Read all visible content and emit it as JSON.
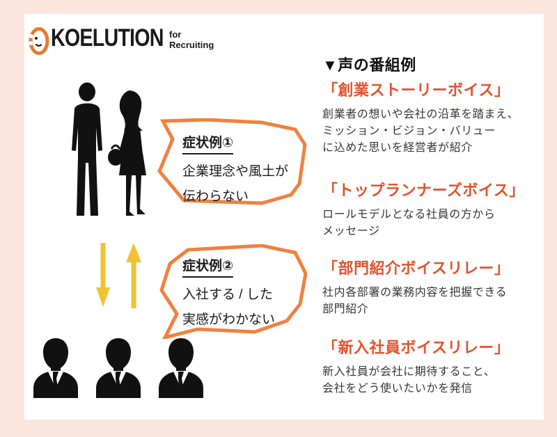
{
  "colors": {
    "background": "#fbe5de",
    "card": "#ffffff",
    "accent_orange": "#e5512c",
    "bubble_orange": "#f0813e",
    "arrow_yellow": "#f2c233",
    "silhouette_black": "#111111",
    "logo_orange": "#e87a2e"
  },
  "logo": {
    "brand": "KOELUTION",
    "tagline": "for\nRecruiting",
    "icon": "face-profile-icon"
  },
  "symptoms": [
    {
      "label": "症状例①",
      "text": "企業理念や風土が\n伝わらない"
    },
    {
      "label": "症状例②",
      "text": "入社する / した\n実感がわかない"
    }
  ],
  "programs_section": {
    "title": "▼声の番組例",
    "programs": [
      {
        "name": "「創業ストーリーボイス」",
        "desc": "創業者の想いや会社の沿革を踏まえ、\nミッション・ビジョン・バリュー\nに込めた思いを経営者が紹介"
      },
      {
        "name": "「トップランナーズボイス」",
        "desc": "ロールモデルとなる社員の方から\nメッセージ"
      },
      {
        "name": "「部門紹介ボイスリレー」",
        "desc": "社内各部署の業務内容を把握できる\n部門紹介"
      },
      {
        "name": "「新入社員ボイスリレー」",
        "desc": "新入社員が会社に期待すること、\n会社をどう使いたいかを発信"
      }
    ]
  }
}
